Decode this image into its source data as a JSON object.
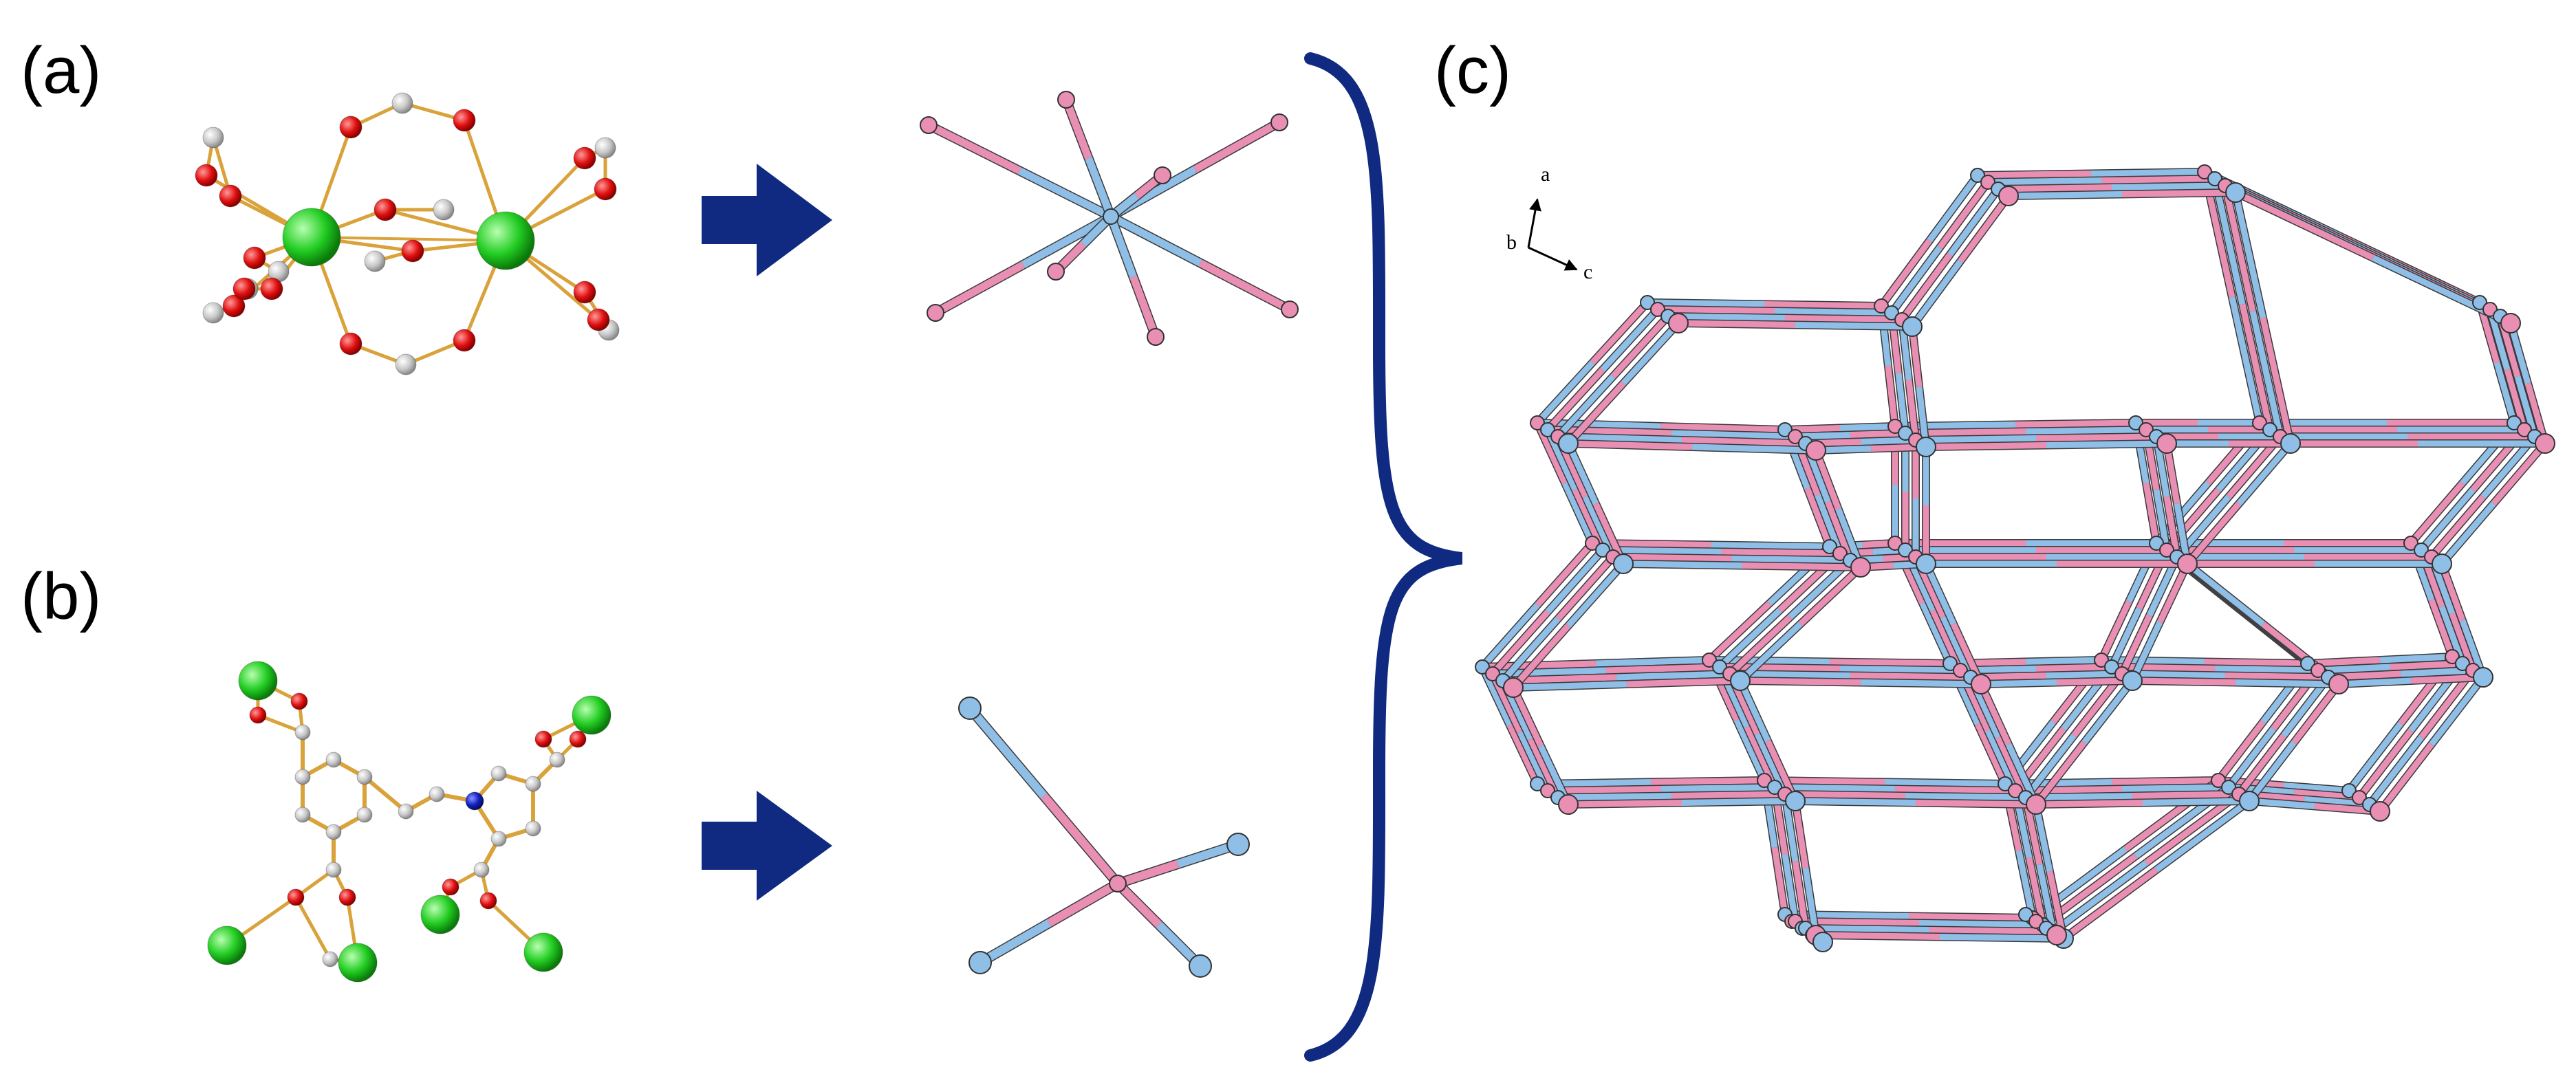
{
  "panels": {
    "a": {
      "label": "(a)"
    },
    "b": {
      "label": "(b)"
    },
    "c": {
      "label": "(c)"
    }
  },
  "axes": {
    "a": "a",
    "b": "b",
    "c": "c"
  },
  "colors": {
    "pink": "#e98fb4",
    "blue": "#8fbfe6",
    "navy": "#0f2a80",
    "metal": "#22cc22",
    "oxygen": "#e01010",
    "carbon": "#c8c8c8",
    "nitrogen": "#1020c0",
    "bond": "#d9a23a"
  },
  "icons": [
    "right-arrow-icon",
    "curly-brace-icon"
  ]
}
